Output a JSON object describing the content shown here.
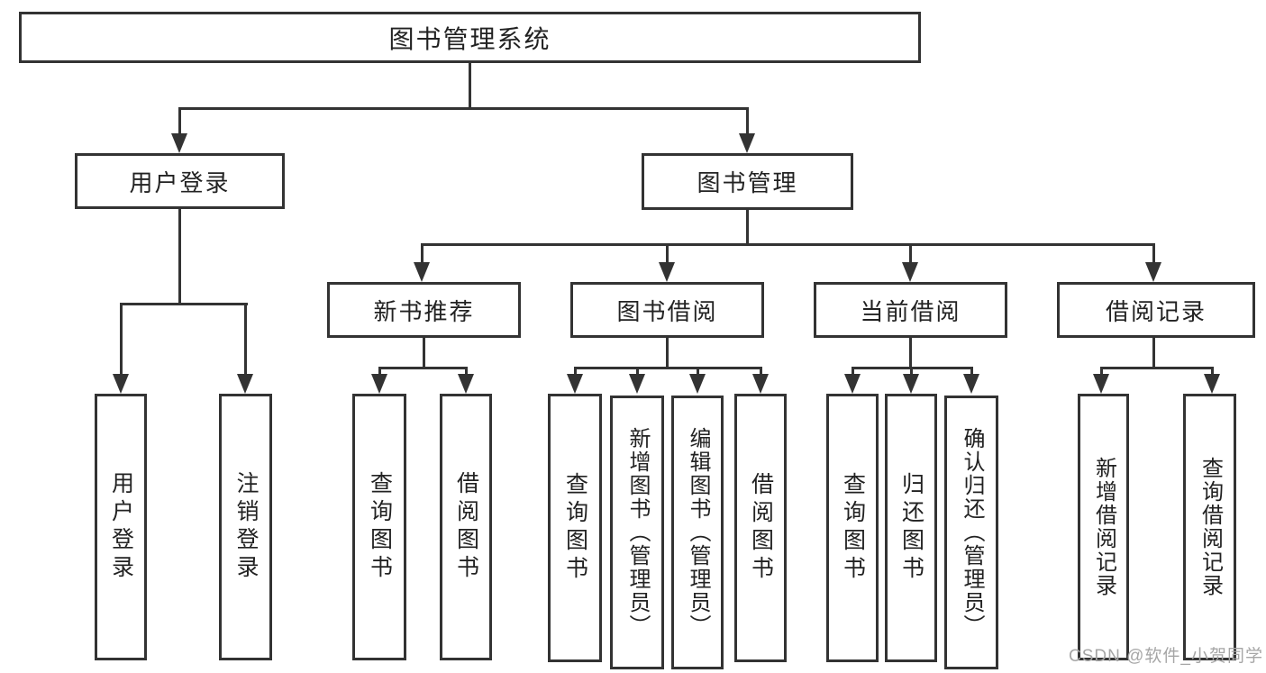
{
  "diagram": {
    "root": {
      "label": "图书管理系统"
    },
    "branches": [
      {
        "label": "用户登录",
        "children": [
          {
            "label": "用户登录"
          },
          {
            "label": "注销登录"
          }
        ]
      },
      {
        "label": "图书管理",
        "children": [
          {
            "label": "新书推荐",
            "children": [
              {
                "label": "查询图书"
              },
              {
                "label": "借阅图书"
              }
            ]
          },
          {
            "label": "图书借阅",
            "children": [
              {
                "label": "查询图书"
              },
              {
                "label": "新增图书（管理员）"
              },
              {
                "label": "编辑图书（管理员）"
              },
              {
                "label": "借阅图书"
              }
            ]
          },
          {
            "label": "当前借阅",
            "children": [
              {
                "label": "查询图书"
              },
              {
                "label": "归还图书"
              },
              {
                "label": "确认归还（管理员）"
              }
            ]
          },
          {
            "label": "借阅记录",
            "children": [
              {
                "label": "新增借阅记录"
              },
              {
                "label": "查询借阅记录"
              }
            ]
          }
        ]
      }
    ]
  },
  "watermark": {
    "text": "CSDN @软件_小贺同学"
  },
  "colors": {
    "line": "#333333",
    "text": "#222222",
    "bg": "#ffffff",
    "watermark": "#a6a6a6"
  }
}
